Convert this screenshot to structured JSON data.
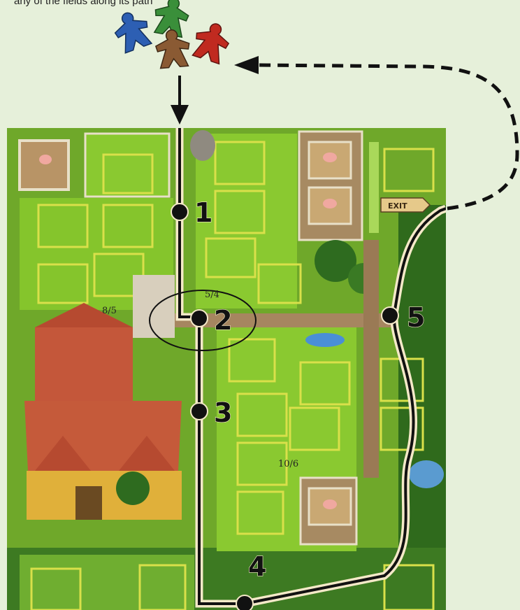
{
  "caption": "any of the fields along its path",
  "exit_sign": "EXIT",
  "waypoints": [
    "1",
    "2",
    "3",
    "4",
    "5"
  ],
  "score_labels": {
    "a": "8/5",
    "b": "5/4",
    "c": "10/6"
  },
  "meeples": [
    {
      "color": "blue",
      "hex": "#2d5fb3"
    },
    {
      "color": "green",
      "hex": "#3a8f3a"
    },
    {
      "color": "brown",
      "hex": "#8a5a33"
    },
    {
      "color": "red",
      "hex": "#c02a20"
    }
  ],
  "colors": {
    "background": "#e6f0da",
    "grass": "#7fbf2a",
    "path_line": "#111111"
  }
}
